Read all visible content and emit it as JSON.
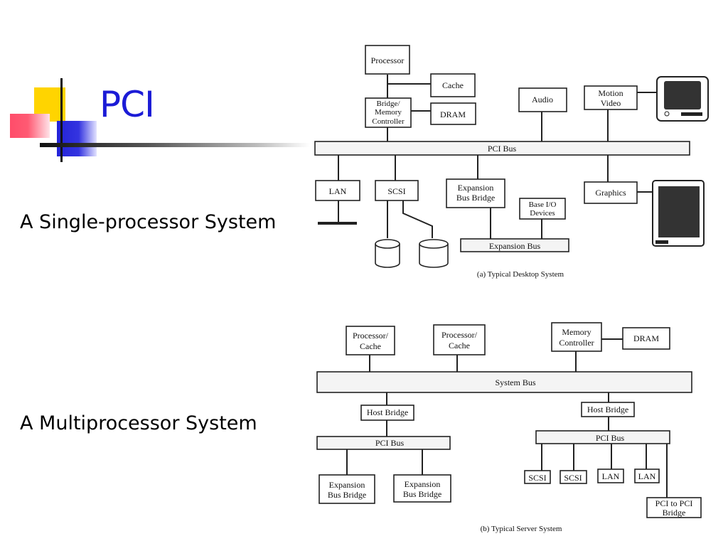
{
  "slide": {
    "title": "PCI",
    "caption_single": "A Single-processor System",
    "caption_multi": "A Multiprocessor System",
    "colors": {
      "title": "#1b1bd6",
      "accent_yellow": "#ffd400",
      "accent_red": "#ff4d6a",
      "accent_blue": "#2323d8"
    }
  },
  "desktop": {
    "processor": "Processor",
    "cache": "Cache",
    "bridge_line1": "Bridge/",
    "bridge_line2": "Memory",
    "bridge_line3": "Controller",
    "dram": "DRAM",
    "audio": "Audio",
    "motion_line1": "Motion",
    "motion_line2": "Video",
    "pci_bus": "PCI Bus",
    "lan": "LAN",
    "scsi": "SCSI",
    "exp_line1": "Expansion",
    "exp_line2": "Bus Bridge",
    "baseio_line1": "Base I/O",
    "baseio_line2": "Devices",
    "graphics": "Graphics",
    "expansion_bus": "Expansion Bus",
    "caption": "(a) Typical Desktop System"
  },
  "server": {
    "proc1_line1": "Processor/",
    "proc1_line2": "Cache",
    "proc2_line1": "Processor/",
    "proc2_line2": "Cache",
    "mem_line1": "Memory",
    "mem_line2": "Controller",
    "dram": "DRAM",
    "system_bus": "System Bus",
    "host_bridge_left": "Host Bridge",
    "host_bridge_right": "Host Bridge",
    "pci_bus_left": "PCI Bus",
    "pci_bus_right": "PCI Bus",
    "exp1_line1": "Expansion",
    "exp1_line2": "Bus Bridge",
    "exp2_line1": "Expansion",
    "exp2_line2": "Bus Bridge",
    "scsi1": "SCSI",
    "scsi2": "SCSI",
    "lan1": "LAN",
    "lan2": "LAN",
    "p2p_line1": "PCI to PCI",
    "p2p_line2": "Bridge",
    "caption": "(b) Typical Server System"
  }
}
